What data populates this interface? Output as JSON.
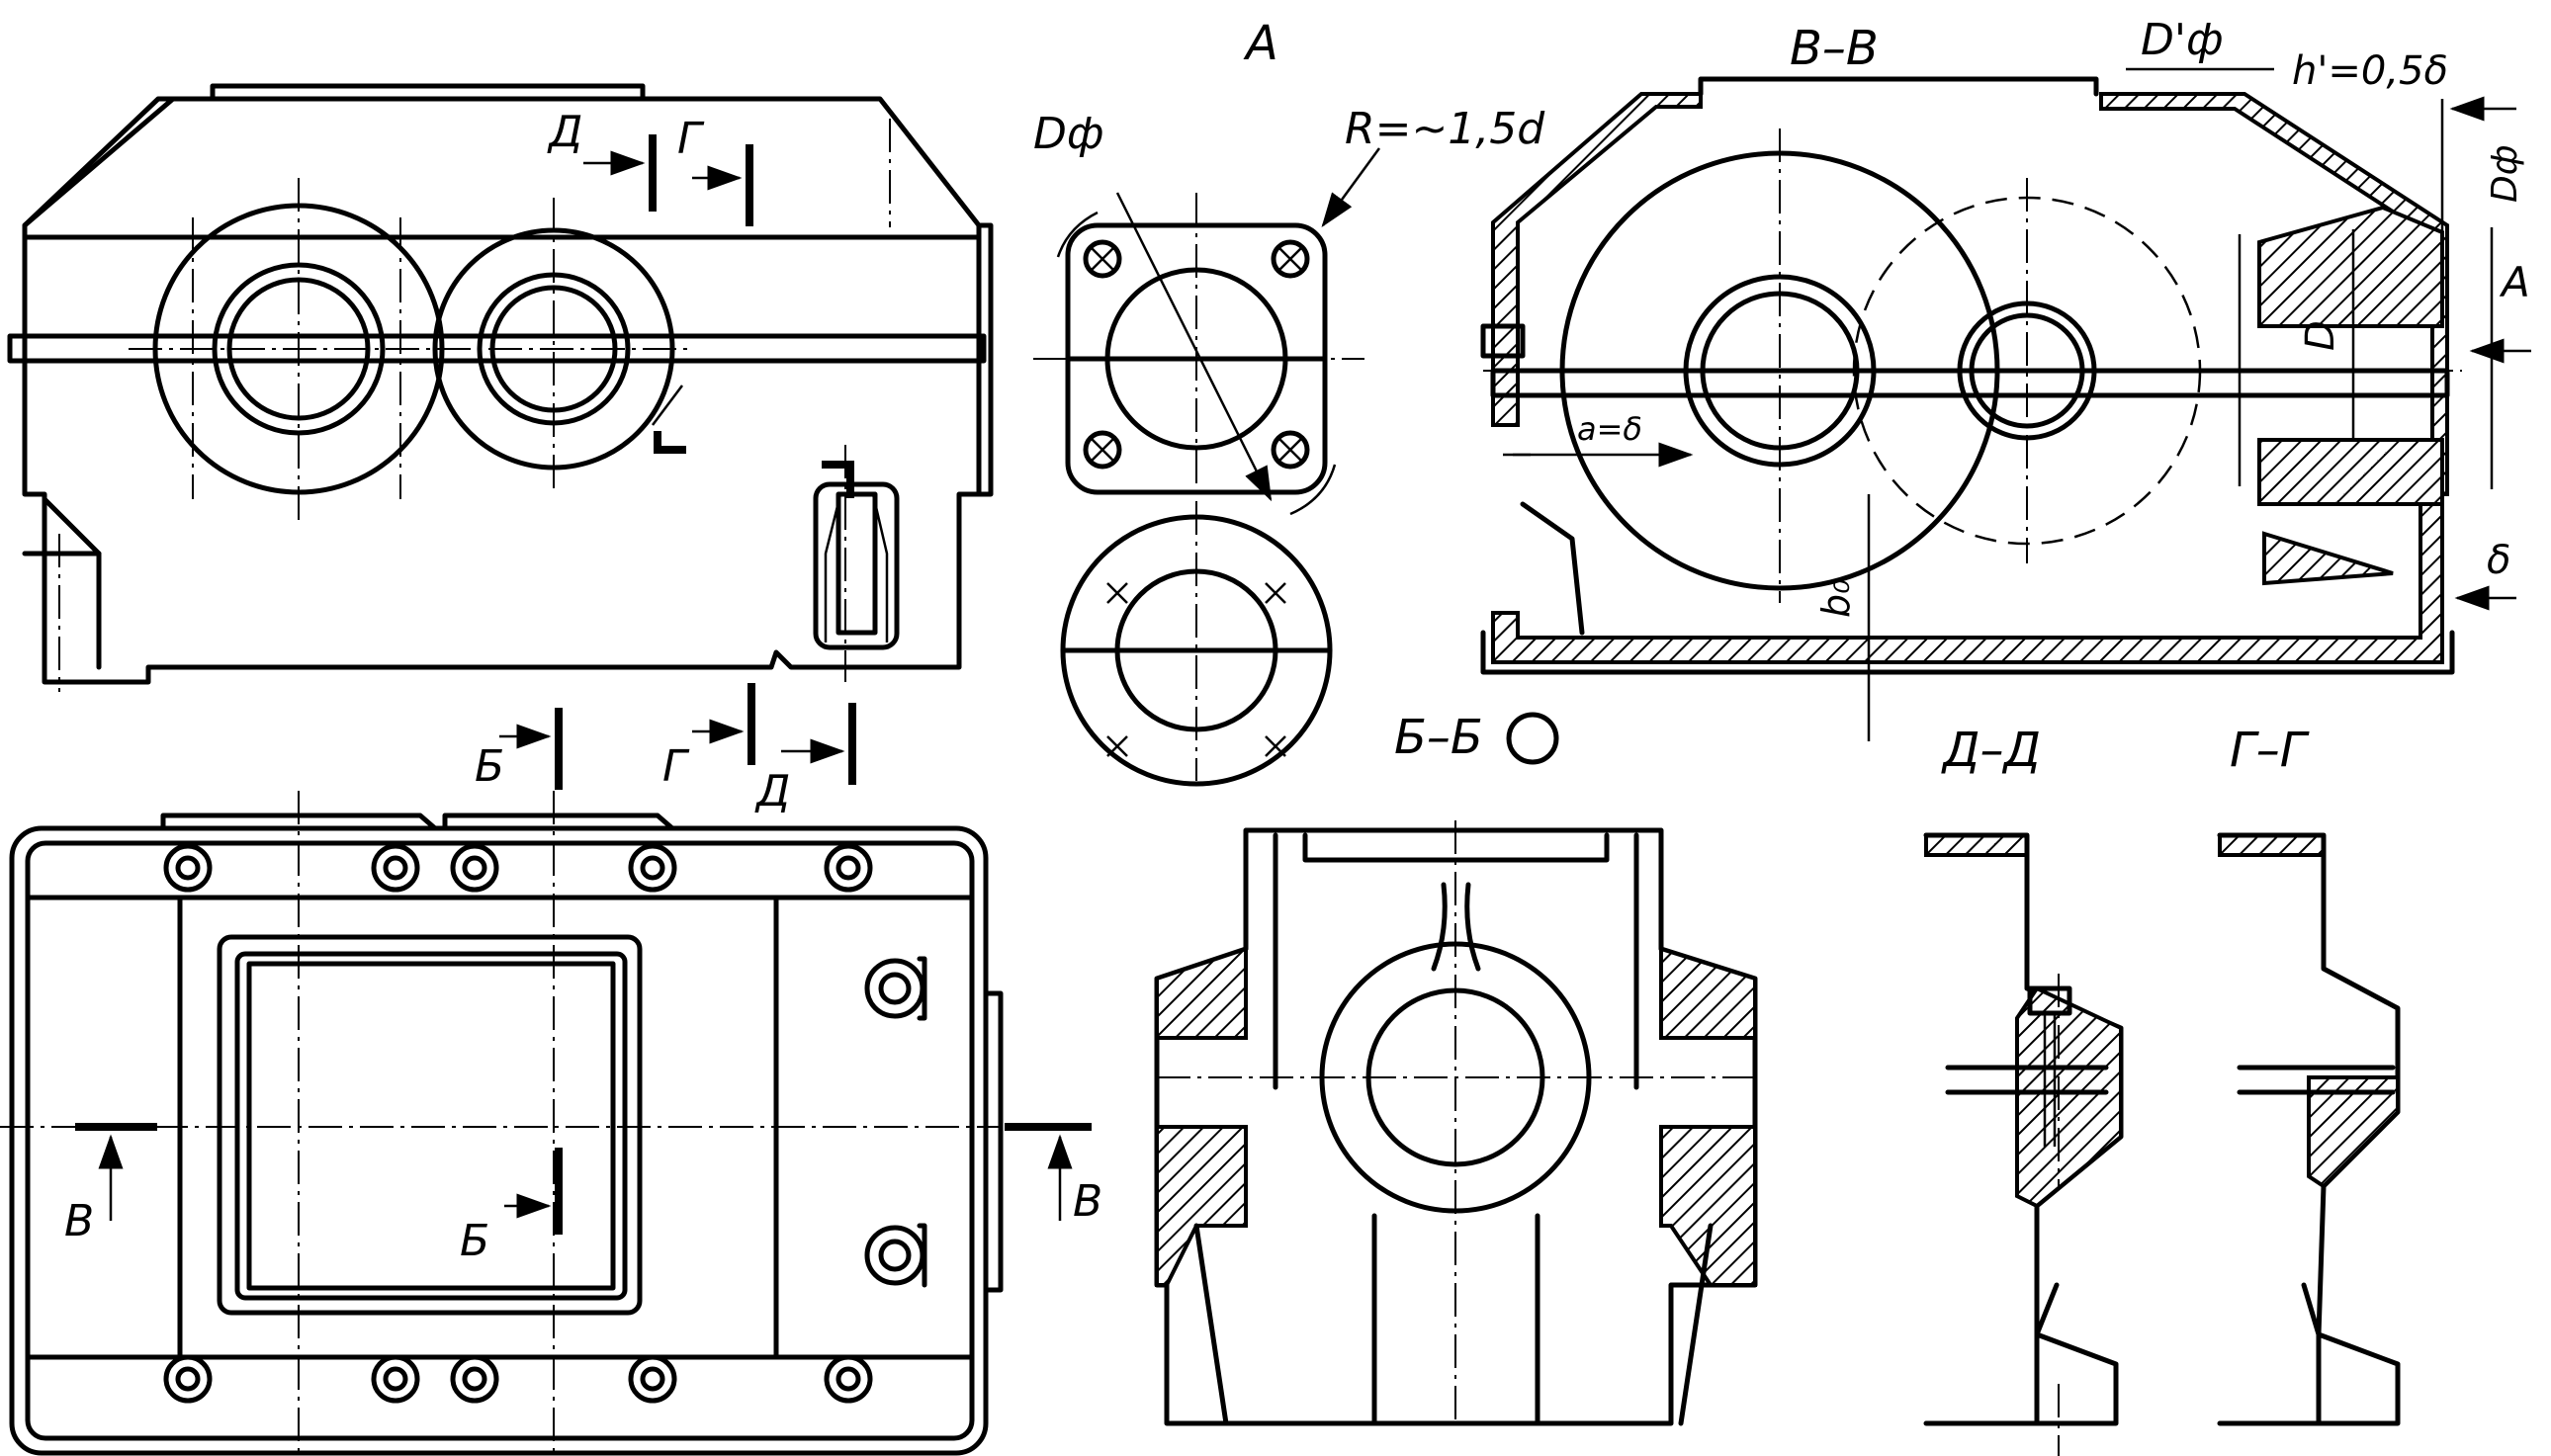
{
  "labels": {
    "view_a": "A",
    "section_vv": "В–В",
    "section_bb": "Б–Б",
    "section_dd": "Д–Д",
    "section_gg": "Г–Г",
    "d_f": "Dф",
    "d_f_prime": "D'ф",
    "radius": "R=~1,5d",
    "h_prime": "h'=0,5δ",
    "d_f_side": "Dф",
    "d_big": "D",
    "a_delta": "a=δ",
    "b0": "b₀",
    "delta": "δ",
    "arrow_a": "A",
    "cut_d": "Д",
    "cut_g": "Г",
    "cut_b": "Б",
    "cut_v": "В"
  }
}
